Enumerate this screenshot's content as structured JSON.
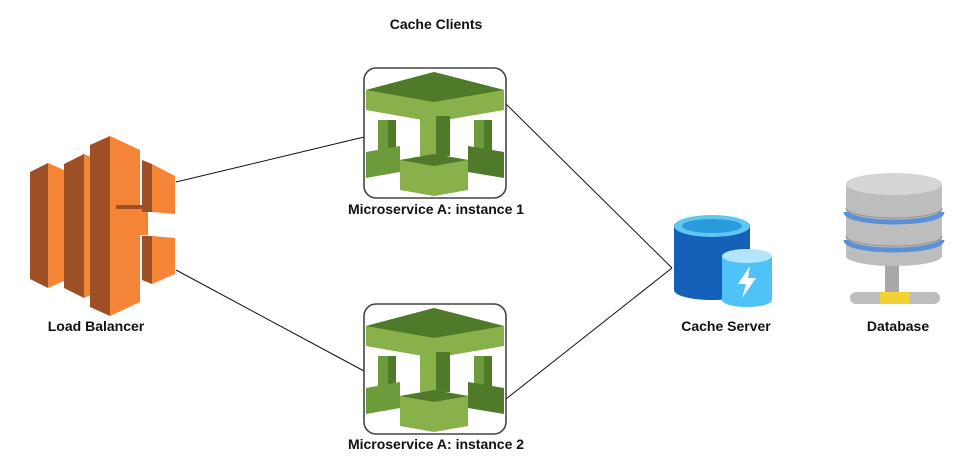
{
  "diagram": {
    "title": "Cache Clients",
    "nodes": {
      "load_balancer": {
        "label": "Load Balancer",
        "icon": "load-balancer-icon"
      },
      "instance_1": {
        "label": "Microservice A: instance 1",
        "icon": "microservice-icon"
      },
      "instance_2": {
        "label": "Microservice A: instance 2",
        "icon": "microservice-icon"
      },
      "cache_server": {
        "label": "Cache Server",
        "icon": "cache-server-icon"
      },
      "database": {
        "label": "Database",
        "icon": "database-icon"
      }
    },
    "edges": [
      {
        "from": "load_balancer",
        "to": "instance_1"
      },
      {
        "from": "load_balancer",
        "to": "instance_2"
      },
      {
        "from": "instance_1",
        "to": "cache_server"
      },
      {
        "from": "instance_2",
        "to": "cache_server"
      }
    ],
    "colors": {
      "load_balancer": "#F58536",
      "microservice": "#6B9B3A",
      "cache_blue": "#1565C0",
      "cache_light": "#4FC3F7",
      "database_gray": "#BDBDBD",
      "database_stripe": "#5C8FD6",
      "connector": "#111111"
    }
  }
}
